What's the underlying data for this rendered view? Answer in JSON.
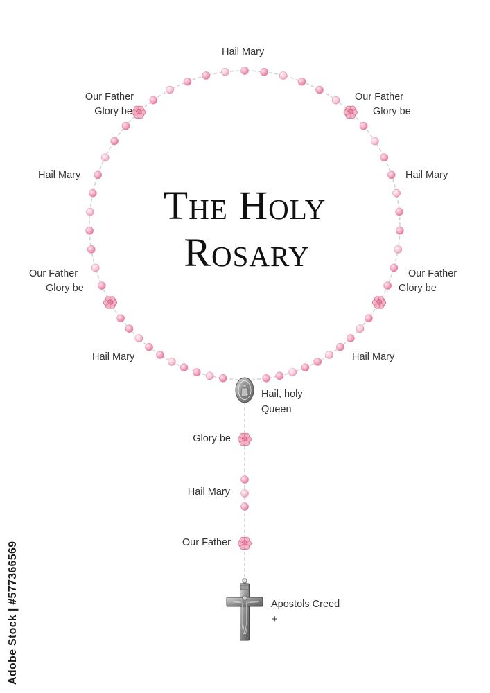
{
  "title": {
    "line1": "The Holy",
    "line2": "Rosary"
  },
  "labels": {
    "top_hail_mary": "Hail Mary",
    "our_father_tl": "Our Father",
    "glory_be_tl": "Glory be",
    "our_father_tr": "Our Father",
    "glory_be_tr": "Glory be",
    "hail_mary_ul": "Hail Mary",
    "hail_mary_ur": "Hail Mary",
    "our_father_ml": "Our Father",
    "glory_be_ml": "Glory be",
    "our_father_mr": "Our Father",
    "glory_be_mr": "Glory be",
    "hail_mary_ll": "Hail Mary",
    "hail_mary_lr": "Hail Mary",
    "hail_holy_1": "Hail, holy",
    "hail_holy_2": "Queen",
    "glory_be_stem": "Glory be",
    "hail_mary_stem": "Hail Mary",
    "our_father_stem": "Our Father",
    "apostles_creed": "Apostols Creed",
    "cross_symbol": "+"
  },
  "watermark": "Adobe Stock | #577366569",
  "colors": {
    "bead": "#f0a8bc",
    "bead_dark": "#e37d9c",
    "rose": "#ec8aa6",
    "chain": "#c9c9c9",
    "metal": "#8a8a8a"
  },
  "icons": {
    "rose": "rose-bead-icon",
    "medal": "miraculous-medal-icon",
    "crucifix": "crucifix-icon"
  }
}
